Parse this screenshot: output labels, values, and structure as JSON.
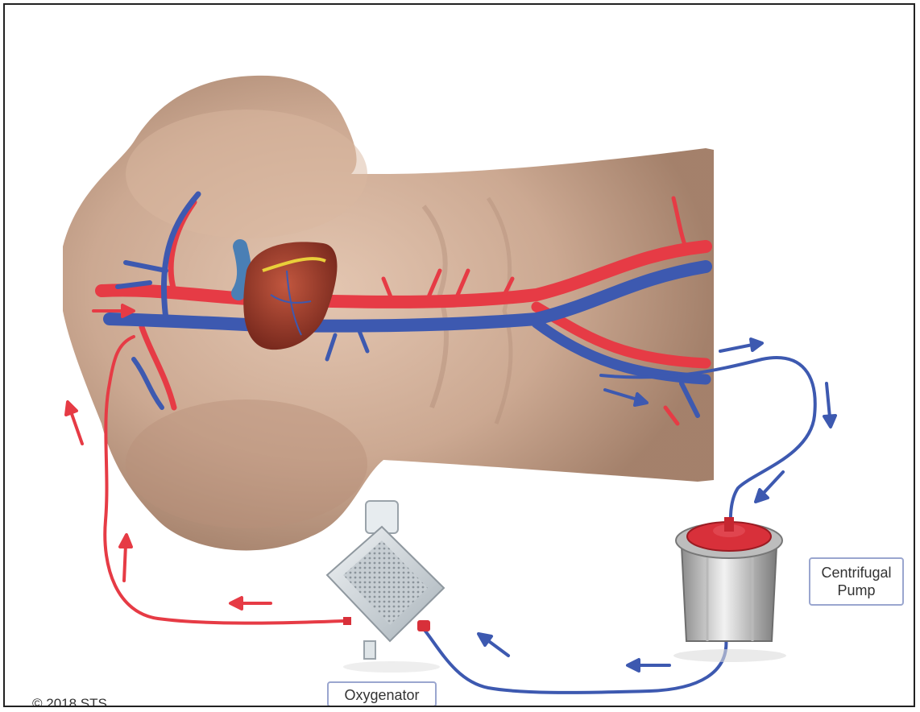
{
  "labels": {
    "pump": "Centrifugal\nPump",
    "oxygenator": "Oxygenator"
  },
  "copyright": "© 2018 STS",
  "colors": {
    "arterial": "#e63b45",
    "venous": "#3d59b0",
    "skin": "#c9a48c",
    "label_border": "#9aa6cf"
  },
  "icons": [
    "heart-icon",
    "centrifugal-pump-icon",
    "oxygenator-icon",
    "flow-arrow-icon"
  ]
}
